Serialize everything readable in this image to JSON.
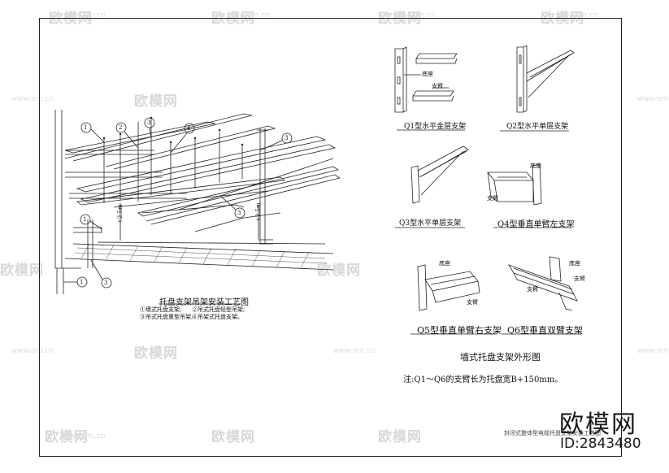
{
  "watermark": {
    "text": "欧模网",
    "url": "www.om.cn"
  },
  "brand": {
    "name": "欧模网",
    "id": "ID:2843480"
  },
  "left_diagram": {
    "caption": "托盘支架吊架安装工艺图",
    "legend": [
      {
        "n": "①",
        "text": "墙式托盘支架;"
      },
      {
        "n": "②",
        "text": "吊式托盘轻型吊架;"
      },
      {
        "n": "③",
        "text": "吊式托盘重型吊架;"
      },
      {
        "n": "④",
        "text": "吊架式托盘支架。"
      }
    ],
    "callouts": [
      "1",
      "2",
      "3",
      "4",
      "1",
      "3",
      "3",
      "1",
      "3"
    ],
    "dims": [
      "+2.5m",
      "+2.5m"
    ]
  },
  "brackets": {
    "q1": {
      "caption": "Q1型水平金层支架",
      "base": "底座",
      "arm": "支臂"
    },
    "q2": {
      "caption": "Q2型水平单层支架"
    },
    "q3": {
      "caption": "Q3型水平单层支架"
    },
    "q4": {
      "caption": "Q4型垂直单臂左支架",
      "base": "底座",
      "arm": "支臂"
    },
    "q5": {
      "caption": "Q5型垂直单臂右支架",
      "base": "底座",
      "arm": "支臂"
    },
    "q6": {
      "caption": "Q6型垂直双臂支架",
      "base": "底座",
      "arm": "支臂"
    }
  },
  "section_title": "墙式托盘支架外形图",
  "note": "注:Q1～Q6的支臂长为托盘宽B+150mm。",
  "footer_title": "封闭式整体型电缆托盘支架安装工艺图"
}
